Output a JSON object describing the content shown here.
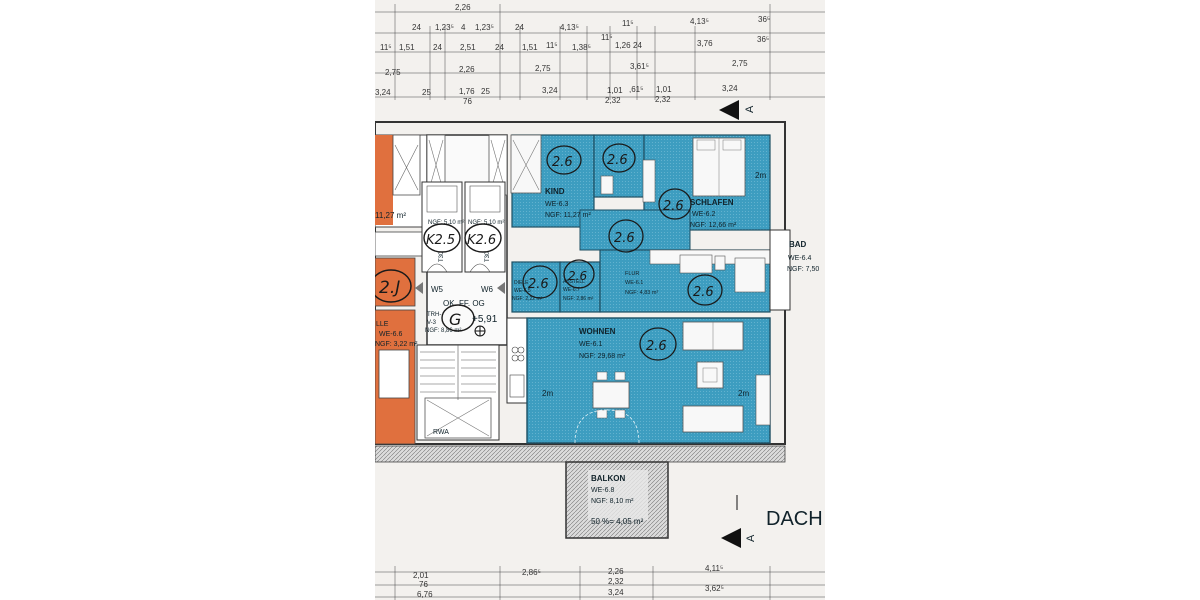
{
  "dims_top": {
    "row1": [
      "2,26"
    ],
    "row2": [
      "24",
      "1,23⁵",
      "4",
      "1,23⁵",
      "24",
      "4,13⁵",
      "11⁵",
      "4,13⁵",
      "36⁵"
    ],
    "row3": [
      "11⁵",
      "1,51",
      "24",
      "2,51",
      "24",
      "1,51",
      "11⁵",
      "1,38⁵",
      "11⁵",
      "1,26",
      "24",
      "3,76",
      "36⁵"
    ],
    "row4": [
      "2,75",
      "2,26",
      "2,75",
      "3,61⁵",
      "2,75"
    ],
    "row5": [
      "3,24",
      "25",
      "1,76",
      "25",
      "3,24",
      "1,01",
      ",61⁵",
      "1,01",
      "3,24"
    ],
    "row6": [
      "76",
      "2,32",
      "2,32"
    ]
  },
  "dims_bottom": {
    "row1": [
      "2,01",
      "2,86⁵",
      "2,26",
      "4,11⁵"
    ],
    "row2": [
      "76",
      "2,32"
    ],
    "row3": [
      "6,76",
      "3,24",
      "3,62⁵"
    ]
  },
  "section_marker": "A",
  "drawing_title": "DACH",
  "rooms": {
    "kind": {
      "name": "KIND",
      "id": "WE-6.3",
      "area": "NGF: 11,27 m²"
    },
    "schlafen": {
      "name": "SCHLAFEN",
      "id": "WE-6.2",
      "area": "NGF: 12,66 m²",
      "note": "2m"
    },
    "bad": {
      "name": "BAD",
      "id": "WE-6.4",
      "area": "NGF: 7,50"
    },
    "diele": {
      "name": "DIELE",
      "id": "WE-6.5",
      "area": "NGF: 2,22 m²"
    },
    "abstell": {
      "name": "ABSTELL",
      "id": "WE-6.7",
      "area": "NGF: 2,86 m²"
    },
    "flur": {
      "name": "FLUR",
      "id": "WE-6.1",
      "area": "NGF: 4,83 m²"
    },
    "wohnen": {
      "name": "WOHNEN",
      "id": "WE-6.1",
      "area": "NGF: 29,68 m²",
      "note_left": "2m",
      "note_right": "2m"
    },
    "balkon": {
      "name": "BALKON",
      "id": "WE-6.8",
      "area": "NGF: 8,10 m²",
      "half": "50 %= 4,05 m²"
    },
    "left_room": {
      "area": "11,27 m²"
    },
    "left_lower": {
      "name": "LLE",
      "id": "WE-6.6",
      "area": "NGF: 3,22 m²"
    },
    "treppe": {
      "name": "TRH-",
      "id": "V-3",
      "area": "NGF: 8,86 m²"
    },
    "aufzug1": {
      "area": "NGF: 5,10 m²",
      "door": "T30"
    },
    "aufzug2": {
      "area": "NGF: 5,10 m²",
      "door": "T30"
    },
    "rwa": "RWA",
    "ok_ff": "OK. FF. OG",
    "level": "+5,91",
    "w5": "W5",
    "w6": "W6"
  },
  "handwriting": {
    "kind": "2.6",
    "top_mid": "2.6",
    "schlafen": "2.6",
    "flur": "2.6",
    "diele": "2.6",
    "abstell": "2.6",
    "bad": "2.6",
    "wohnen": "2.6",
    "k25": "K2.5",
    "k26": "K2.6",
    "g": "G",
    "left": "2.J"
  },
  "colors": {
    "blue": "#3d9dc0",
    "orange": "#e0703e",
    "paper": "#f3f1ee",
    "ink": "#2a2a2a"
  }
}
